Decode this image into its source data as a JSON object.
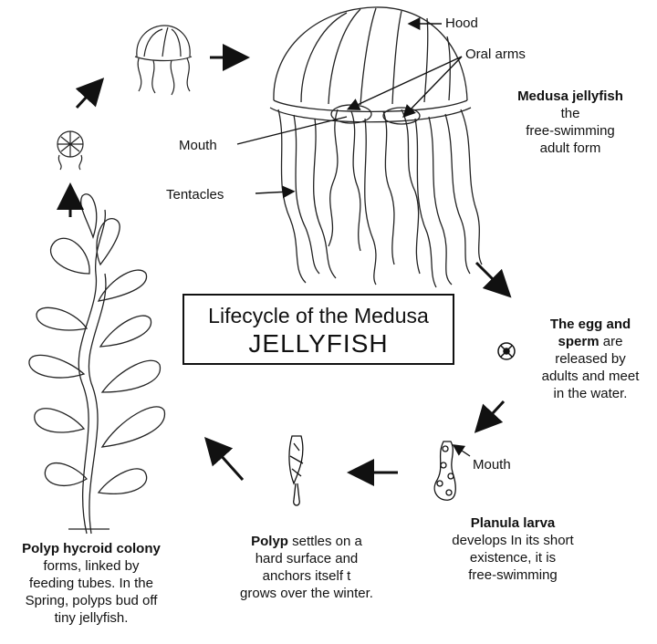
{
  "title": {
    "line1": "Lifecycle of the Medusa",
    "line2": "JELLYFISH"
  },
  "medusa": {
    "hood_label": "Hood",
    "oral_arms_label": "Oral arms",
    "mouth_label": "Mouth",
    "tentacles_label": "Tentacles",
    "name": "Medusa jellyfish",
    "desc_line1": "the",
    "desc_line2": "free-swimming",
    "desc_line3": "adult form"
  },
  "egg": {
    "line1": "The egg and",
    "line2": "sperm",
    "line2b": "are",
    "line3": "released by",
    "line4": "adults and meet",
    "line5": "in the water."
  },
  "planula": {
    "mouth_label": "Mouth",
    "name": "Planula larva",
    "line1": "develops  In its short",
    "line2": "existence, it is",
    "line3": "free-swimming"
  },
  "polyp": {
    "line1_bold": "Polyp",
    "line1_rest": "settles on a",
    "line2": "hard surface and",
    "line3": "anchors itself  t",
    "line4": "grows over the winter."
  },
  "colony": {
    "name": "Polyp hycroid colony",
    "line1": "forms, linked by",
    "line2": "feeding tubes.  In the",
    "line3": "Spring, polyps bud off",
    "line4": "tiny jellyfish."
  }
}
